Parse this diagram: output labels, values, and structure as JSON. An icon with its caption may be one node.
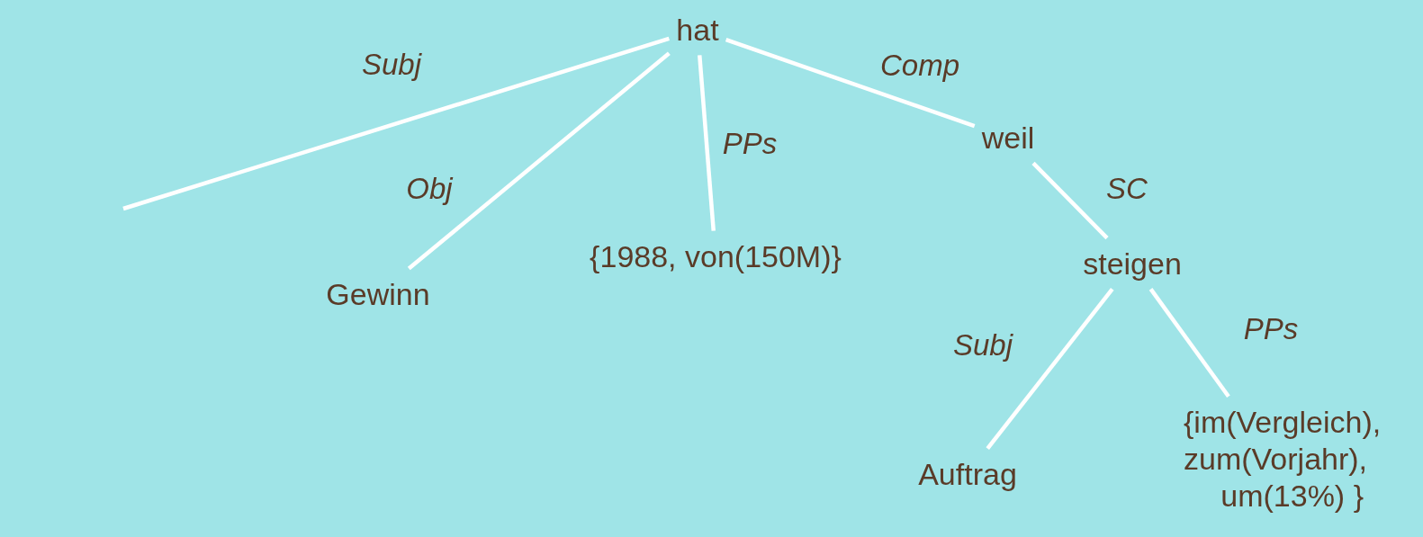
{
  "diagram": {
    "nodes": [
      {
        "text": [
          "hat"
        ]
      },
      {
        "text": [
          "Gewinn"
        ]
      },
      {
        "text": [
          "{1988, von(150M)}"
        ]
      },
      {
        "text": [
          "weil"
        ]
      },
      {
        "text": [
          "steigen"
        ]
      },
      {
        "text": [
          "Auftrag"
        ]
      },
      {
        "text": [
          "{im(Vergleich), zum(Vorjahr), um(13%) }"
        ]
      }
    ],
    "edges": [
      {
        "from": 0,
        "to": null,
        "arrow": "none",
        "label": "Subj"
      },
      {
        "from": 0,
        "to": 1,
        "arrow": "none",
        "label": "Obj"
      },
      {
        "from": 0,
        "to": 2,
        "arrow": "none",
        "label": "PPs"
      },
      {
        "from": 0,
        "to": 3,
        "arrow": "none",
        "label": "Comp"
      },
      {
        "from": 3,
        "to": 4,
        "arrow": "none",
        "label": "SC"
      },
      {
        "from": 4,
        "to": 5,
        "arrow": "none",
        "label": "Subj"
      },
      {
        "from": 4,
        "to": 6,
        "arrow": "none",
        "label": "PPs"
      }
    ]
  }
}
